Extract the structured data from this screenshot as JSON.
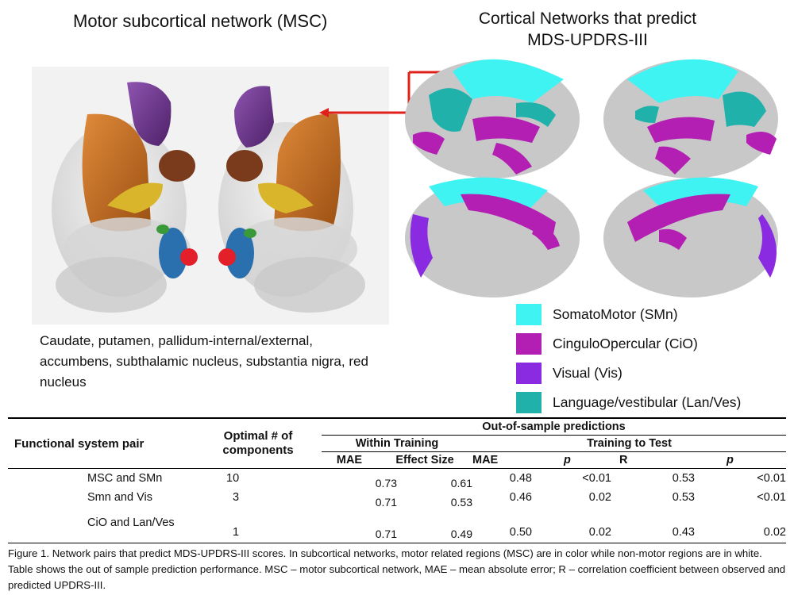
{
  "left_panel": {
    "title": "Motor subcortical network (MSC)",
    "caption": "Caudate, putamen, pallidum-internal/external, accumbens, subthalamic nucleus, substantia nigra, red nucleus"
  },
  "right_panel": {
    "title_line1": "Cortical Networks that predict",
    "title_line2": "MDS-UPDRS-III"
  },
  "legend": [
    {
      "label": "SomatoMotor (SMn)",
      "color": "#3ff3f3"
    },
    {
      "label": "CinguloOpercular (CiO)",
      "color": "#b31fb3"
    },
    {
      "label": "Visual (Vis)",
      "color": "#8a2be2"
    },
    {
      "label": "Language/vestibular (Lan/Ves)",
      "color": "#20b2aa"
    }
  ],
  "table": {
    "col_pair": "Functional system pair",
    "col_components": "Optimal # of components",
    "oos_header": "Out-of-sample predictions",
    "within_header": "Within Training",
    "test_header": "Training to Test",
    "sub_headers": [
      "MAE",
      "Effect Size",
      "MAE",
      "p",
      "R",
      "p"
    ],
    "rows": [
      {
        "pair": "MSC and SMn",
        "components": "10",
        "mae_train": "0.73",
        "effect": "0.61",
        "mae_test": "0.48",
        "p1": "<0.01",
        "r": "0.53",
        "p2": "<0.01"
      },
      {
        "pair": "Smn and Vis",
        "components": "3",
        "mae_train": "0.71",
        "effect": "0.53",
        "mae_test": "0.46",
        "p1": "0.02",
        "r": "0.53",
        "p2": "<0.01"
      },
      {
        "pair": "CiO and Lan/Ves",
        "components": "1",
        "mae_train": "0.71",
        "effect": "0.49",
        "mae_test": "0.50",
        "p1": "0.02",
        "r": "0.43",
        "p2": "0.02"
      }
    ]
  },
  "figure_caption": "Figure 1. Network pairs that predict MDS-UPDRS-III scores. In subcortical networks, motor related regions (MSC) are in color while non-motor regions are in white. Table shows the out of sample prediction performance. MSC – motor subcortical network, MAE – mean absolute error; R – correlation coefficient between observed and predicted UPDRS-III."
}
